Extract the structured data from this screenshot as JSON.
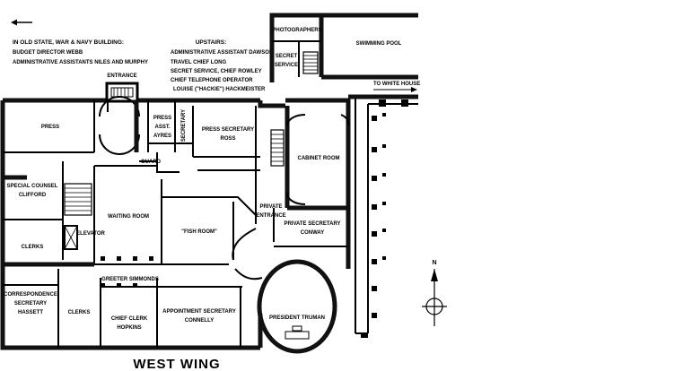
{
  "title": "WEST WING",
  "old_building": {
    "heading": "IN OLD STATE, WAR & NAVY BUILDING:",
    "lines": [
      "BUDGET DIRECTOR WEBB",
      "ADMINISTRATIVE ASSISTANTS NILES AND MURPHY"
    ]
  },
  "upstairs": {
    "heading": "UPSTAIRS:",
    "lines": [
      "ADMINISTRATIVE ASSISTANT DAWSON",
      "TRAVEL CHIEF LONG",
      "SECRET SERVICE, CHIEF ROWLEY",
      "CHIEF TELEPHONE OPERATOR",
      "LOUISE (\"HACKIE\") HACKMEISTER"
    ]
  },
  "rooms": {
    "photographers": "PHOTOGRAPHERS",
    "swimming_pool": "SWIMMING POOL",
    "secret_service": [
      "SECRET",
      "SERVICE"
    ],
    "to_white_house": "TO WHITE HOUSE",
    "entrance": "ENTRANCE",
    "press": "PRESS",
    "press_asst": [
      "PRESS",
      "ASST.",
      "AYRES"
    ],
    "secretary": "SECRETARY",
    "press_secretary": [
      "PRESS SECRETARY",
      "ROSS"
    ],
    "cabinet_room": "CABINET ROOM",
    "guard": "GUARD",
    "special_counsel": [
      "SPECIAL COUNSEL",
      "CLIFFORD"
    ],
    "waiting_room": "WAITING ROOM",
    "fish_room": "\"FISH ROOM\"",
    "private_entrance": [
      "PRIVATE",
      "ENTRANCE"
    ],
    "private_secretary": [
      "PRIVATE SECRETARY",
      "CONWAY"
    ],
    "clerks_left": "CLERKS",
    "elevator": "ELEVATOR",
    "greeter": "GREETER SIMMONDS",
    "correspondence": [
      "CORRESPONDENCE",
      "SECRETARY",
      "HASSETT"
    ],
    "clerks_bottom": "CLERKS",
    "chief_clerk": [
      "CHIEF CLERK",
      "HOPKINS"
    ],
    "appointment": [
      "APPOINTMENT SECRETARY",
      "CONNELLY"
    ],
    "president": "PRESIDENT TRUMAN"
  },
  "compass": {
    "north": "N"
  },
  "icons": {
    "back": "left-arrow-icon",
    "compass": "compass-rose-icon"
  }
}
